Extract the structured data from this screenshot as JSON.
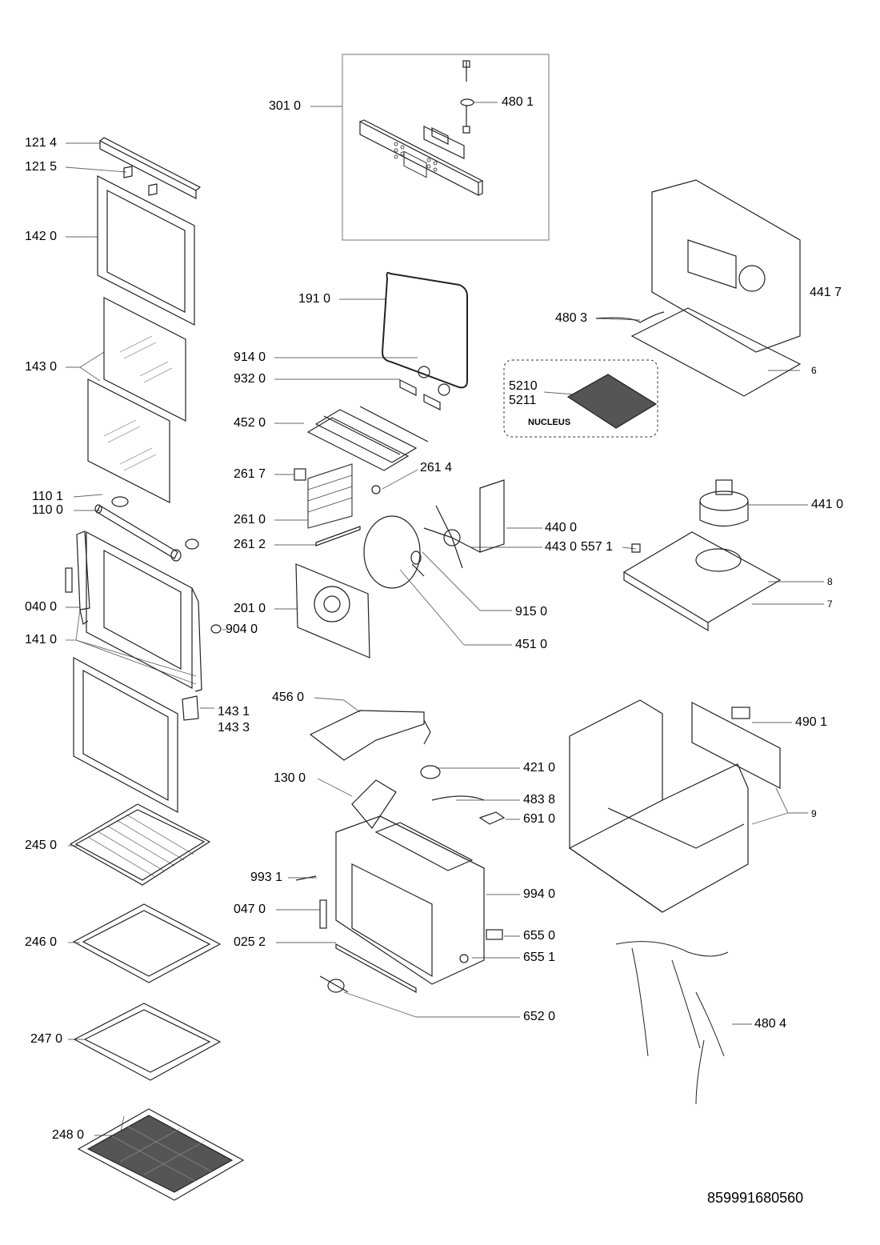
{
  "diagram": {
    "document_number": "859991680560",
    "module_caption": "NUCLEUS",
    "labels": {
      "l3010": "301 0",
      "l4801": "480 1",
      "l1214": "121 4",
      "l1215": "121 5",
      "l1420": "142 0",
      "l1430": "143 0",
      "l1910": "191 0",
      "l9140": "914 0",
      "l9320": "932 0",
      "l4520": "452 0",
      "l4417": "441 7",
      "l4803": "480 3",
      "l6": "6",
      "l5210": "5210",
      "l5211": "5211",
      "l2617": "261 7",
      "l2614": "261 4",
      "l2610": "261 0",
      "l2612": "261 2",
      "l1101": "110 1",
      "l1100": "110 0",
      "l4400": "440 0",
      "l4430": "443 0",
      "l4410": "441 0",
      "l5571": "557 1",
      "l8": "8",
      "l7": "7",
      "l0400": "040 0",
      "l2010": "201 0",
      "l9040": "904 0",
      "l9150": "915 0",
      "l1410": "141 0",
      "l4510": "451 0",
      "l4560": "456 0",
      "l1431": "143 1",
      "l1433": "143 3",
      "l4901": "490 1",
      "l4210": "421 0",
      "l1300": "130 0",
      "l4838": "483 8",
      "l6910": "691 0",
      "l9": "9",
      "l2450": "245 0",
      "l9931": "993 1",
      "l9940": "994 0",
      "l0470": "047 0",
      "l2460": "246 0",
      "l0252": "025 2",
      "l6550": "655 0",
      "l6551": "655 1",
      "l6520": "652 0",
      "l2470": "247 0",
      "l4804": "480 4",
      "l2480": "248 0"
    }
  }
}
